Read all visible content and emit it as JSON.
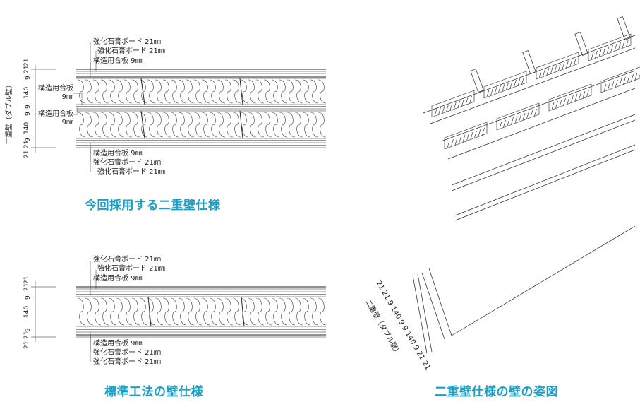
{
  "top_section": {
    "caption": "今回採用する二重壁仕様",
    "vertical_title": "二重壁（ダブル壁）",
    "dims": [
      "21",
      "21",
      "9",
      "140",
      "9",
      "9",
      "140",
      "9",
      "21",
      "21"
    ],
    "top_callouts": [
      "強化石膏ボード 21㎜",
      "強化石膏ボード 21㎜",
      "構造用合板 9㎜"
    ],
    "bottom_callouts": [
      "構造用合板 9㎜",
      "強化石膏ボード 21㎜",
      "強化石膏ボード 21㎜"
    ],
    "mid_callout_1": {
      "line1": "構造用合板",
      "line2": "9㎜"
    },
    "mid_callout_2": {
      "line1": "構造用合板",
      "line2": "9㎜"
    }
  },
  "bottom_section": {
    "caption": "標準工法の壁仕様",
    "dims": [
      "21",
      "21",
      "9",
      "140",
      "9",
      "21",
      "21"
    ],
    "top_callouts": [
      "強化石膏ボード 21㎜",
      "強化石膏ボード 21㎜",
      "構造用合板 9㎜"
    ],
    "bottom_callouts": [
      "構造用合板 9㎜",
      "強化石膏ボード 21㎜",
      "強化石膏ボード 21㎜"
    ]
  },
  "right_section": {
    "caption": "二重壁仕様の壁の姿図",
    "vertical_title": "二重壁（ダブル壁）",
    "dims": [
      "21",
      "21",
      "9",
      "140",
      "9",
      "9",
      "140",
      "9",
      "21",
      "21"
    ]
  },
  "colors": {
    "caption": "#1aa0c8",
    "line": "#222222"
  }
}
